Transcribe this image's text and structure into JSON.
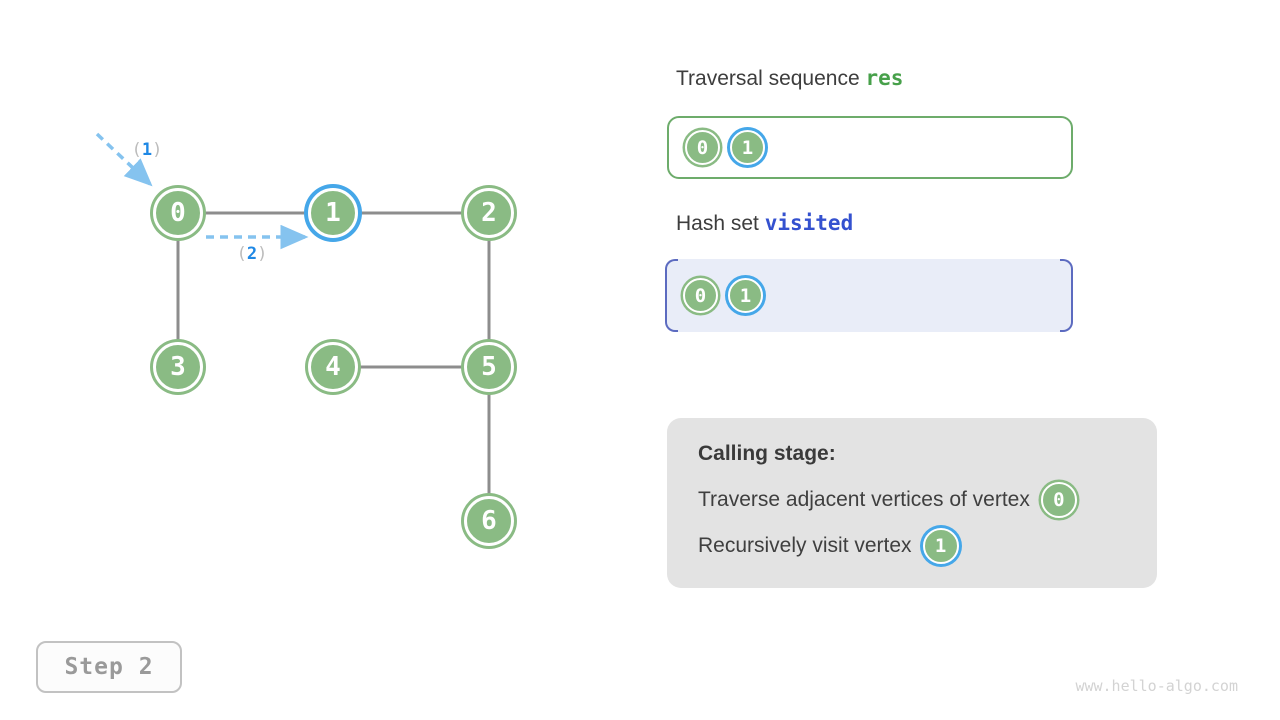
{
  "graph": {
    "nodes": [
      {
        "value": "0",
        "state": "default"
      },
      {
        "value": "1",
        "state": "highlighted"
      },
      {
        "value": "2",
        "state": "default"
      },
      {
        "value": "3",
        "state": "default"
      },
      {
        "value": "4",
        "state": "default"
      },
      {
        "value": "5",
        "state": "default"
      },
      {
        "value": "6",
        "state": "default"
      }
    ],
    "edges": [
      "0-1",
      "1-2",
      "0-3",
      "2-5",
      "4-5",
      "5-6"
    ],
    "arrows": [
      {
        "open": "(",
        "num": "1",
        "close": ")"
      },
      {
        "open": "(",
        "num": "2",
        "close": ")"
      }
    ]
  },
  "traversal_panel": {
    "title": "Traversal sequence ",
    "variable": "res",
    "items": [
      {
        "value": "0",
        "state": "default"
      },
      {
        "value": "1",
        "state": "highlighted"
      }
    ]
  },
  "visited_panel": {
    "title": "Hash set ",
    "variable": "visited",
    "items": [
      {
        "value": "0",
        "state": "default"
      },
      {
        "value": "1",
        "state": "highlighted"
      }
    ]
  },
  "calling_panel": {
    "heading": "Calling stage:",
    "lines": [
      {
        "text": "Traverse adjacent vertices of vertex",
        "node": {
          "value": "0",
          "state": "default"
        }
      },
      {
        "text": "Recursively visit vertex",
        "node": {
          "value": "1",
          "state": "highlighted"
        }
      }
    ]
  },
  "step_indicator": {
    "label": "Step 2"
  },
  "watermark": {
    "text": "www.hello-algo.com"
  },
  "colors": {
    "node_green": "#8abb84",
    "highlight_blue": "#45a7e9",
    "edge_gray": "#8d8d8d",
    "arrow_blue": "#85c3ef",
    "res_green": "#47a04a",
    "visited_blue": "#3451cf",
    "visited_box_border": "#5c6bc0",
    "visited_box_bg": "#e9edf8",
    "calling_box_bg": "#e3e3e3"
  }
}
